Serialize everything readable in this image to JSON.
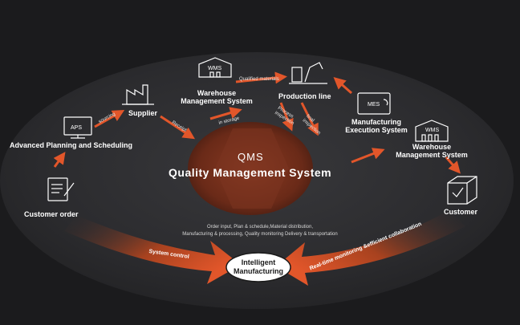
{
  "center": {
    "abbr": "QMS",
    "name": "Quality Management System",
    "desc_line1": "Order input, Plan & schedule,Material distribution,",
    "desc_line2": "Manufacturing & processing, Quality monitoring Delivery & transportation"
  },
  "hub": {
    "line1": "Intelligent",
    "line2": "Manufacturing"
  },
  "nodes": {
    "customer_order": "Customer order",
    "aps": "Advanced Planning and Scheduling",
    "aps_tag": "APS",
    "supplier": "Supplier",
    "wms_left_line1": "Warehouse",
    "wms_left_line2": "Management System",
    "wms_tag": "WMS",
    "production_line": "Production line",
    "mes_line1": "Manufacturing",
    "mes_line2": "Execution System",
    "mes_tag": "MES",
    "wms_right_line1": "Warehouse",
    "wms_right_line2": "Management System",
    "customer": "Customer"
  },
  "flows": {
    "sourcing": "sourcing",
    "receipt": "Receipt",
    "in_storage": "in storage",
    "qualified_materials": "Qualified materials",
    "process_inspection_1": "Process",
    "process_inspection_2": "inspection",
    "final_inspection_1": "final",
    "final_inspection_2": "inspection",
    "system_control": "System control",
    "realtime": "Real-time monitoring &efficient collaboration"
  },
  "colors": {
    "background": "#1b1b1d",
    "accent": "#e2562a",
    "center_glow": "#7a3320",
    "ellipse": "#2a2a2d"
  }
}
